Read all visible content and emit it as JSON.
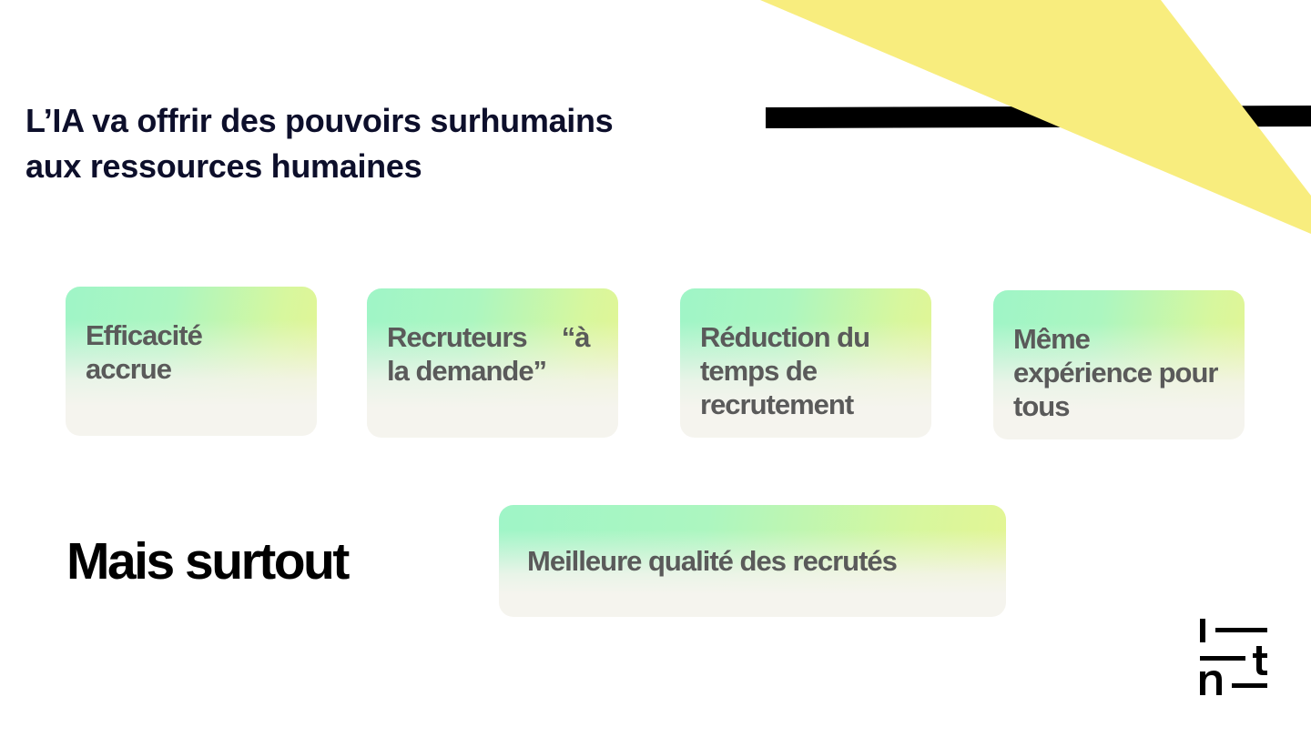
{
  "slide": {
    "title_lines": [
      "L’IA va offrir des pouvoirs surhumains",
      "aux ressources humaines"
    ],
    "benefit_cards": [
      {
        "lines": [
          "Efficacité",
          "accrue"
        ]
      },
      {
        "lines": [
          "Recruteurs     “à",
          "la demande”"
        ]
      },
      {
        "lines": [
          "Réduction du",
          "temps de",
          "recrutement"
        ]
      },
      {
        "lines": [
          "Même",
          "expérience pour",
          "tous"
        ]
      }
    ],
    "emphasis_label": "Mais surtout",
    "highlight_card": {
      "lines": [
        "Meilleure qualité des recrutés"
      ]
    }
  },
  "colors": {
    "title": "#0d0f2b",
    "card_text": "#5a5a5a",
    "card_gradient_start": "#9ff5c7",
    "card_gradient_end": "#e4f593",
    "card_base": "#f5f4ee",
    "decor_yellow": "#f8ed7e",
    "decor_bar": "#000000"
  },
  "logo": {
    "letters": [
      "l",
      "t",
      "n"
    ]
  }
}
